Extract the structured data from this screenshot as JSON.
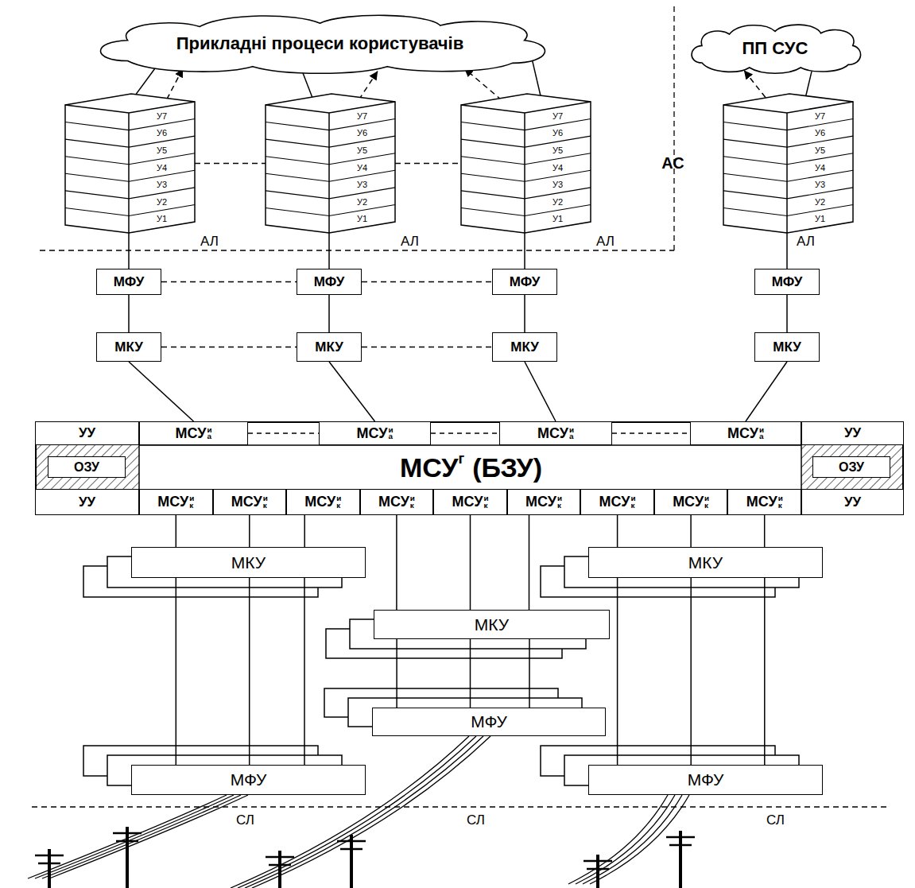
{
  "diagram": {
    "nodes": [
      {
        "text": [
          "Прикладні процеси користувачів"
        ]
      },
      {
        "text": [
          "АС"
        ]
      },
      {
        "text": [
          "У7"
        ],
        "in": 1
      },
      {
        "text": [
          "У6"
        ],
        "in": 1
      },
      {
        "text": [
          "У5"
        ],
        "in": 1
      },
      {
        "text": [
          "У4"
        ],
        "in": 1
      },
      {
        "text": [
          "У3"
        ],
        "in": 1
      },
      {
        "text": [
          "У2"
        ],
        "in": 1
      },
      {
        "text": [
          "У1"
        ],
        "in": 1
      },
      {
        "text": [
          "АС"
        ]
      },
      {
        "text": [
          "У7"
        ],
        "in": 9
      },
      {
        "text": [
          "У6"
        ],
        "in": 9
      },
      {
        "text": [
          "У5"
        ],
        "in": 9
      },
      {
        "text": [
          "У4"
        ],
        "in": 9
      },
      {
        "text": [
          "У3"
        ],
        "in": 9
      },
      {
        "text": [
          "У2"
        ],
        "in": 9
      },
      {
        "text": [
          "У1"
        ],
        "in": 9
      },
      {
        "text": [
          "АС"
        ]
      },
      {
        "text": [
          "У7"
        ],
        "in": 17
      },
      {
        "text": [
          "У6"
        ],
        "in": 17
      },
      {
        "text": [
          "У5"
        ],
        "in": 17
      },
      {
        "text": [
          "У4"
        ],
        "in": 17
      },
      {
        "text": [
          "У3"
        ],
        "in": 17
      },
      {
        "text": [
          "У2"
        ],
        "in": 17
      },
      {
        "text": [
          "У1"
        ],
        "in": 17
      },
      {
        "text": [
          "ПП СУС"
        ]
      },
      {
        "text": [
          "АС"
        ]
      },
      {
        "text": [
          "У7"
        ],
        "in": 26
      },
      {
        "text": [
          "У6"
        ],
        "in": 26
      },
      {
        "text": [
          "У5"
        ],
        "in": 26
      },
      {
        "text": [
          "У4"
        ],
        "in": 26
      },
      {
        "text": [
          "У3"
        ],
        "in": 26
      },
      {
        "text": [
          "У2"
        ],
        "in": 26
      },
      {
        "text": [
          "У1"
        ],
        "in": 26
      },
      {
        "text": [
          "МФУ"
        ]
      },
      {
        "text": [
          "МФУ"
        ]
      },
      {
        "text": [
          "МФУ"
        ]
      },
      {
        "text": [
          "МФУ"
        ]
      },
      {
        "text": [
          "МКУ"
        ]
      },
      {
        "text": [
          "МКУ"
        ]
      },
      {
        "text": [
          "МКУ"
        ]
      },
      {
        "text": [
          "МКУ"
        ]
      },
      {
        "text": [
          "МСУ",
          "г",
          "(БЗУ)"
        ]
      },
      {
        "text": [
          "УУ"
        ],
        "in": 42
      },
      {
        "text": [
          "ОЗУ"
        ],
        "in": 42
      },
      {
        "text": [
          "УУ"
        ],
        "in": 42
      },
      {
        "text": [
          "МСУ",
          "и",
          "а"
        ],
        "in": 42
      },
      {
        "text": [
          "МСУ",
          "и",
          "а"
        ],
        "in": 42
      },
      {
        "text": [
          "МСУ",
          "и",
          "а"
        ],
        "in": 42
      },
      {
        "text": [
          "МСУ",
          "и",
          "а"
        ],
        "in": 42
      },
      {
        "text": [
          "УУ"
        ],
        "in": 42
      },
      {
        "text": [
          "ОЗУ"
        ],
        "in": 42
      },
      {
        "text": [
          "УУ"
        ],
        "in": 42
      },
      {
        "text": [
          "МСУ",
          "и",
          "к"
        ],
        "in": 42
      },
      {
        "text": [
          "МСУ",
          "и",
          "к"
        ],
        "in": 42
      },
      {
        "text": [
          "МСУ",
          "и",
          "к"
        ],
        "in": 42
      },
      {
        "text": [
          "МСУ",
          "и",
          "к"
        ],
        "in": 42
      },
      {
        "text": [
          "МСУ",
          "и",
          "к"
        ],
        "in": 42
      },
      {
        "text": [
          "МСУ",
          "и",
          "к"
        ],
        "in": 42
      },
      {
        "text": [
          "МСУ",
          "и",
          "к"
        ],
        "in": 42
      },
      {
        "text": [
          "МСУ",
          "и",
          "к"
        ],
        "in": 42
      },
      {
        "text": [
          "МСУ",
          "и",
          "к"
        ],
        "in": 42
      },
      {
        "text": [
          "МКУ"
        ]
      },
      {
        "text": [
          "МКУ"
        ]
      },
      {
        "text": [
          "МКУ"
        ]
      },
      {
        "text": [
          "МФУ"
        ]
      },
      {
        "text": [
          "МФУ"
        ]
      },
      {
        "text": [
          "МФУ"
        ]
      }
    ],
    "edges": [
      {
        "from": 0,
        "to": 1,
        "arrow": "to"
      },
      {
        "from": 1,
        "to": 0,
        "arrow": "to"
      },
      {
        "from": 0,
        "to": 9,
        "arrow": "to"
      },
      {
        "from": 9,
        "to": 0,
        "arrow": "to"
      },
      {
        "from": 17,
        "to": 0,
        "arrow": "to"
      },
      {
        "from": 0,
        "to": 17,
        "arrow": "to"
      },
      {
        "from": 26,
        "to": 25,
        "arrow": "to"
      },
      {
        "from": 25,
        "to": 26,
        "arrow": "to"
      },
      {
        "from": 1,
        "to": 9,
        "arrow": "none"
      },
      {
        "from": 9,
        "to": 17,
        "arrow": "none"
      },
      {
        "from": 1,
        "to": 34,
        "arrow": "none"
      },
      {
        "from": 9,
        "to": 35,
        "arrow": "none"
      },
      {
        "from": 17,
        "to": 36,
        "arrow": "none"
      },
      {
        "from": 26,
        "to": 37,
        "arrow": "none"
      },
      {
        "from": 34,
        "to": 35,
        "arrow": "none"
      },
      {
        "from": 35,
        "to": 36,
        "arrow": "none"
      },
      {
        "from": 34,
        "to": 38,
        "arrow": "none"
      },
      {
        "from": 35,
        "to": 39,
        "arrow": "none"
      },
      {
        "from": 36,
        "to": 40,
        "arrow": "none"
      },
      {
        "from": 37,
        "to": 41,
        "arrow": "none"
      },
      {
        "from": 38,
        "to": 39,
        "arrow": "none"
      },
      {
        "from": 39,
        "to": 40,
        "arrow": "none"
      },
      {
        "from": 38,
        "to": 46,
        "arrow": "none"
      },
      {
        "from": 39,
        "to": 47,
        "arrow": "none"
      },
      {
        "from": 40,
        "to": 48,
        "arrow": "none"
      },
      {
        "from": 41,
        "to": 49,
        "arrow": "none"
      },
      {
        "from": 53,
        "to": 62,
        "arrow": "none"
      },
      {
        "from": 54,
        "to": 62,
        "arrow": "none"
      },
      {
        "from": 55,
        "to": 62,
        "arrow": "none"
      },
      {
        "from": 56,
        "to": 63,
        "arrow": "none"
      },
      {
        "from": 57,
        "to": 63,
        "arrow": "none"
      },
      {
        "from": 58,
        "to": 63,
        "arrow": "none"
      },
      {
        "from": 59,
        "to": 64,
        "arrow": "none"
      },
      {
        "from": 60,
        "to": 64,
        "arrow": "none"
      },
      {
        "from": 61,
        "to": 64,
        "arrow": "none"
      },
      {
        "from": 62,
        "to": 66,
        "arrow": "none"
      },
      {
        "from": 62,
        "to": 66,
        "arrow": "none"
      },
      {
        "from": 62,
        "to": 66,
        "arrow": "none"
      },
      {
        "from": 63,
        "to": 65,
        "arrow": "none"
      },
      {
        "from": 63,
        "to": 65,
        "arrow": "none"
      },
      {
        "from": 63,
        "to": 65,
        "arrow": "none"
      },
      {
        "from": 64,
        "to": 67,
        "arrow": "none"
      },
      {
        "from": 64,
        "to": 67,
        "arrow": "none"
      },
      {
        "from": 64,
        "to": 67,
        "arrow": "none"
      }
    ],
    "labels": [
      "АЛ",
      "АЛ",
      "АЛ",
      "АЛ",
      "СЛ",
      "СЛ",
      "СЛ"
    ]
  }
}
